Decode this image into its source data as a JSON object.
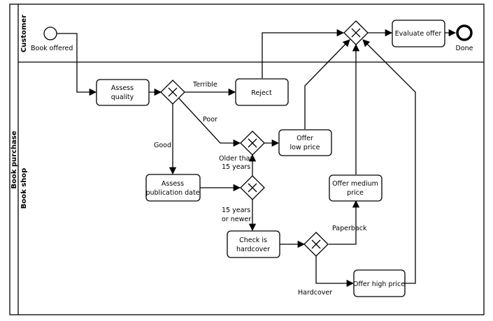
{
  "pool": {
    "label": "Book purchase"
  },
  "lanes": [
    {
      "id": "customer",
      "label": "Customer"
    },
    {
      "id": "shop",
      "label": "Book shop"
    }
  ],
  "events": {
    "start": "Book offered",
    "end": "Done"
  },
  "tasks": {
    "assess_quality": [
      "Assess",
      "quality"
    ],
    "reject": [
      "Reject"
    ],
    "offer_low": [
      "Offer",
      "low price"
    ],
    "assess_pub": [
      "Assess",
      "publication date"
    ],
    "offer_medium": [
      "Offer medium",
      "price"
    ],
    "check_hardcover": [
      "Check is",
      "hardcover"
    ],
    "offer_high": [
      "Offer high price"
    ],
    "evaluate": [
      "Evaluate offer"
    ]
  },
  "flow_labels": {
    "terrible": "Terrible",
    "poor": "Poor",
    "good": "Good",
    "older": [
      "Older than",
      "15 years"
    ],
    "newer": [
      "15 years",
      "or newer"
    ],
    "paperback": "Paperback",
    "hardcover": "Hardcover"
  }
}
